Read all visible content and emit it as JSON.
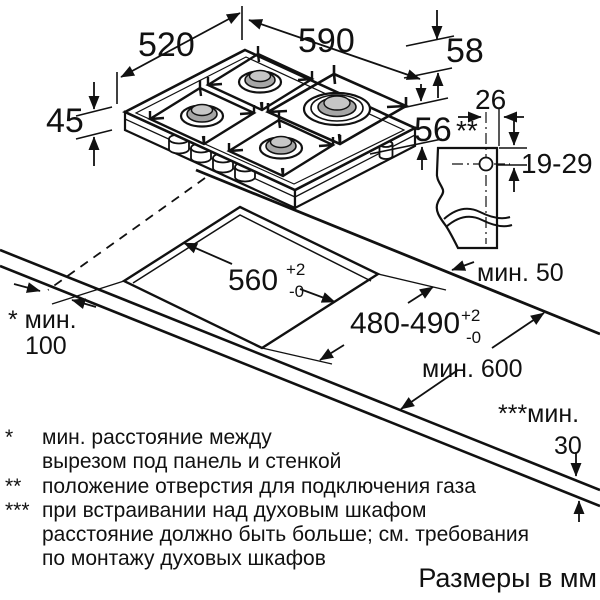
{
  "units_note": "Размеры в мм",
  "dimensions": {
    "hob_depth": "520",
    "hob_width": "590",
    "edge_front": "58",
    "hob_height": "45",
    "below_depth": "56",
    "gas_offset": "26",
    "gas_marker": "**",
    "gas_height_range": "19-29",
    "cutout_width": "560",
    "cutout_width_tol_plus": "+2",
    "cutout_width_tol_minus": "-0",
    "cutout_depth": "480-490",
    "cutout_depth_tol_plus": "+2",
    "cutout_depth_tol_minus": "-0",
    "min_rear_gap": "мин. 50",
    "min_side_label": "* мин.",
    "min_side_value": "100",
    "min_worktop_depth": "мин. 600",
    "min_below_label": "***мин.",
    "min_below_value": "30"
  },
  "footnotes": {
    "star1_marker": "*",
    "star1_line1": "мин. расстояние между",
    "star1_line2": "вырезом под панель и стенкой",
    "star2_marker": "**",
    "star2_line1": "положение отверстия для подключения газа",
    "star3_marker": "***",
    "star3_line1": "при встраивании над духовым шкафом",
    "star3_line2": "расстояние должно быть больше; см. требования",
    "star3_line3": "по монтажу духовых шкафов"
  },
  "colors": {
    "line": "#111111",
    "burner_cap": "#a6a6a6",
    "burner_dome": "#c6c6c6",
    "background": "#ffffff"
  }
}
